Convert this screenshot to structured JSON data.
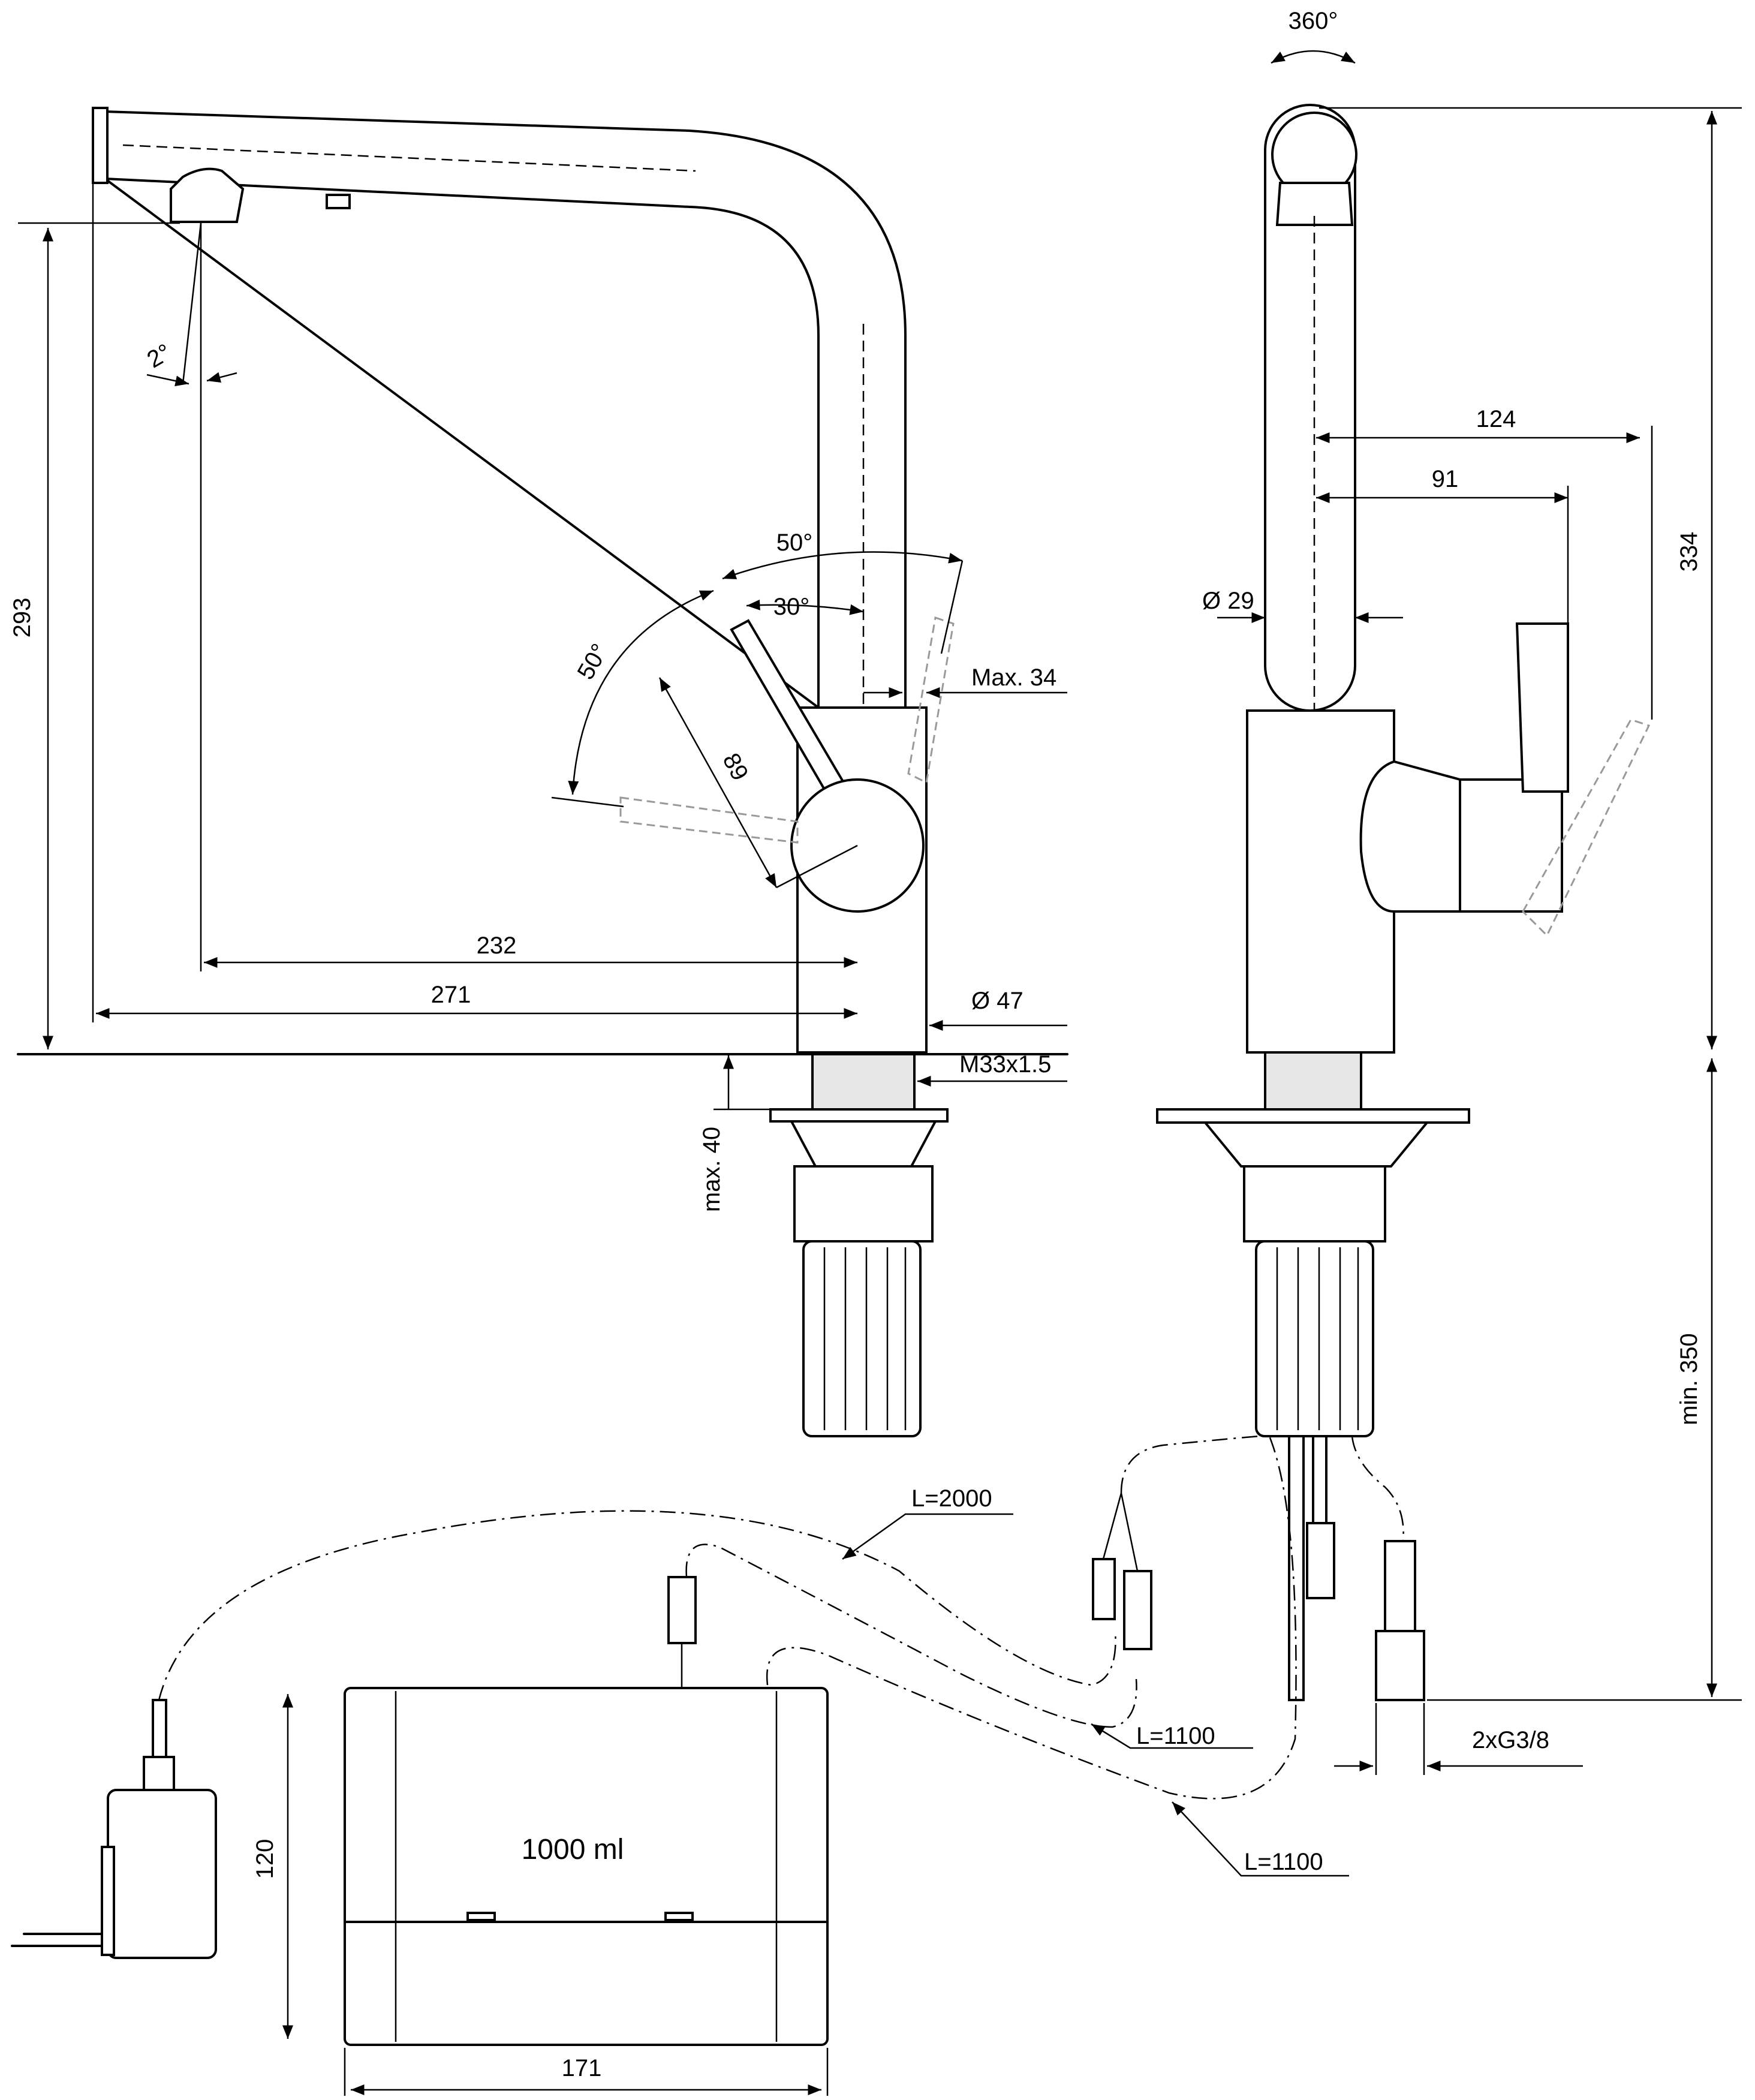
{
  "side_view": {
    "dims": {
      "height": "293",
      "reach_outlet": "232",
      "reach_total": "271",
      "spray_angle": "2°",
      "lever_angle_back": "50°",
      "lever_angle_fwd": "50°",
      "lever_angle_mid": "30°",
      "lever_length": "89",
      "lever_clearance": "Max. 34",
      "body_diameter": "Ø 47",
      "thread": "M33x1.5",
      "deck_thickness": "max. 40"
    }
  },
  "front_view": {
    "dims": {
      "swivel": "360°",
      "total_height": "334",
      "lever_reach": "124",
      "lever_reach_inner": "91",
      "spout_diameter": "Ø 29",
      "below_deck": "min. 350",
      "connections": "2xG3/8"
    }
  },
  "installation": {
    "cables": {
      "power_cable": "L=2000",
      "sensor_cable_1": "L=1100",
      "sensor_cable_2": "L=1100"
    },
    "tank": {
      "volume": "1000 ml",
      "height": "120",
      "width": "171"
    }
  }
}
